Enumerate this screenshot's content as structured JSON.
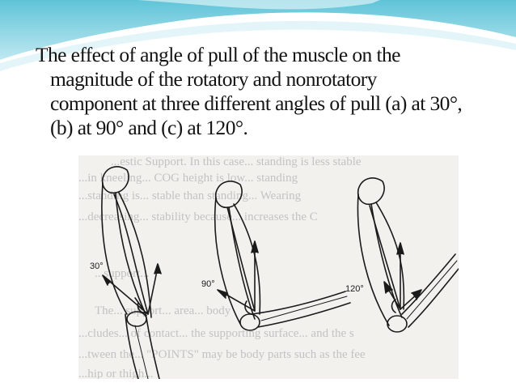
{
  "slide": {
    "title_lines": [
      "The effect of angle of pull of the muscle on the",
      "magnitude of the rotatory and nonrotatory",
      "component at three different angles of pull (a) at 30°,",
      "(b) at 90° and (c) at 120°."
    ]
  },
  "figure": {
    "panels": [
      {
        "label": "30°"
      },
      {
        "label": "90°"
      },
      {
        "label": "120°"
      }
    ],
    "background_text_fragments": [
      "...estic Support. In this case... standing is less stable",
      "...in kneeling... COG height is low... standing",
      "...standing is... stable than standing... Wearing",
      "...decreasing... stability because... increases the C",
      "...support...",
      "The... support... area... body",
      "...cludes... of contact... the supporting surface... and the s",
      "...tween the... \"POINTS\" may be body parts such as the fee",
      "...hip or thigh..."
    ]
  },
  "colors": {
    "title_text": "#141414",
    "header_teal": "#5fc4d8",
    "header_light": "#bfe8f1",
    "figure_ink": "#1a1a1a"
  }
}
